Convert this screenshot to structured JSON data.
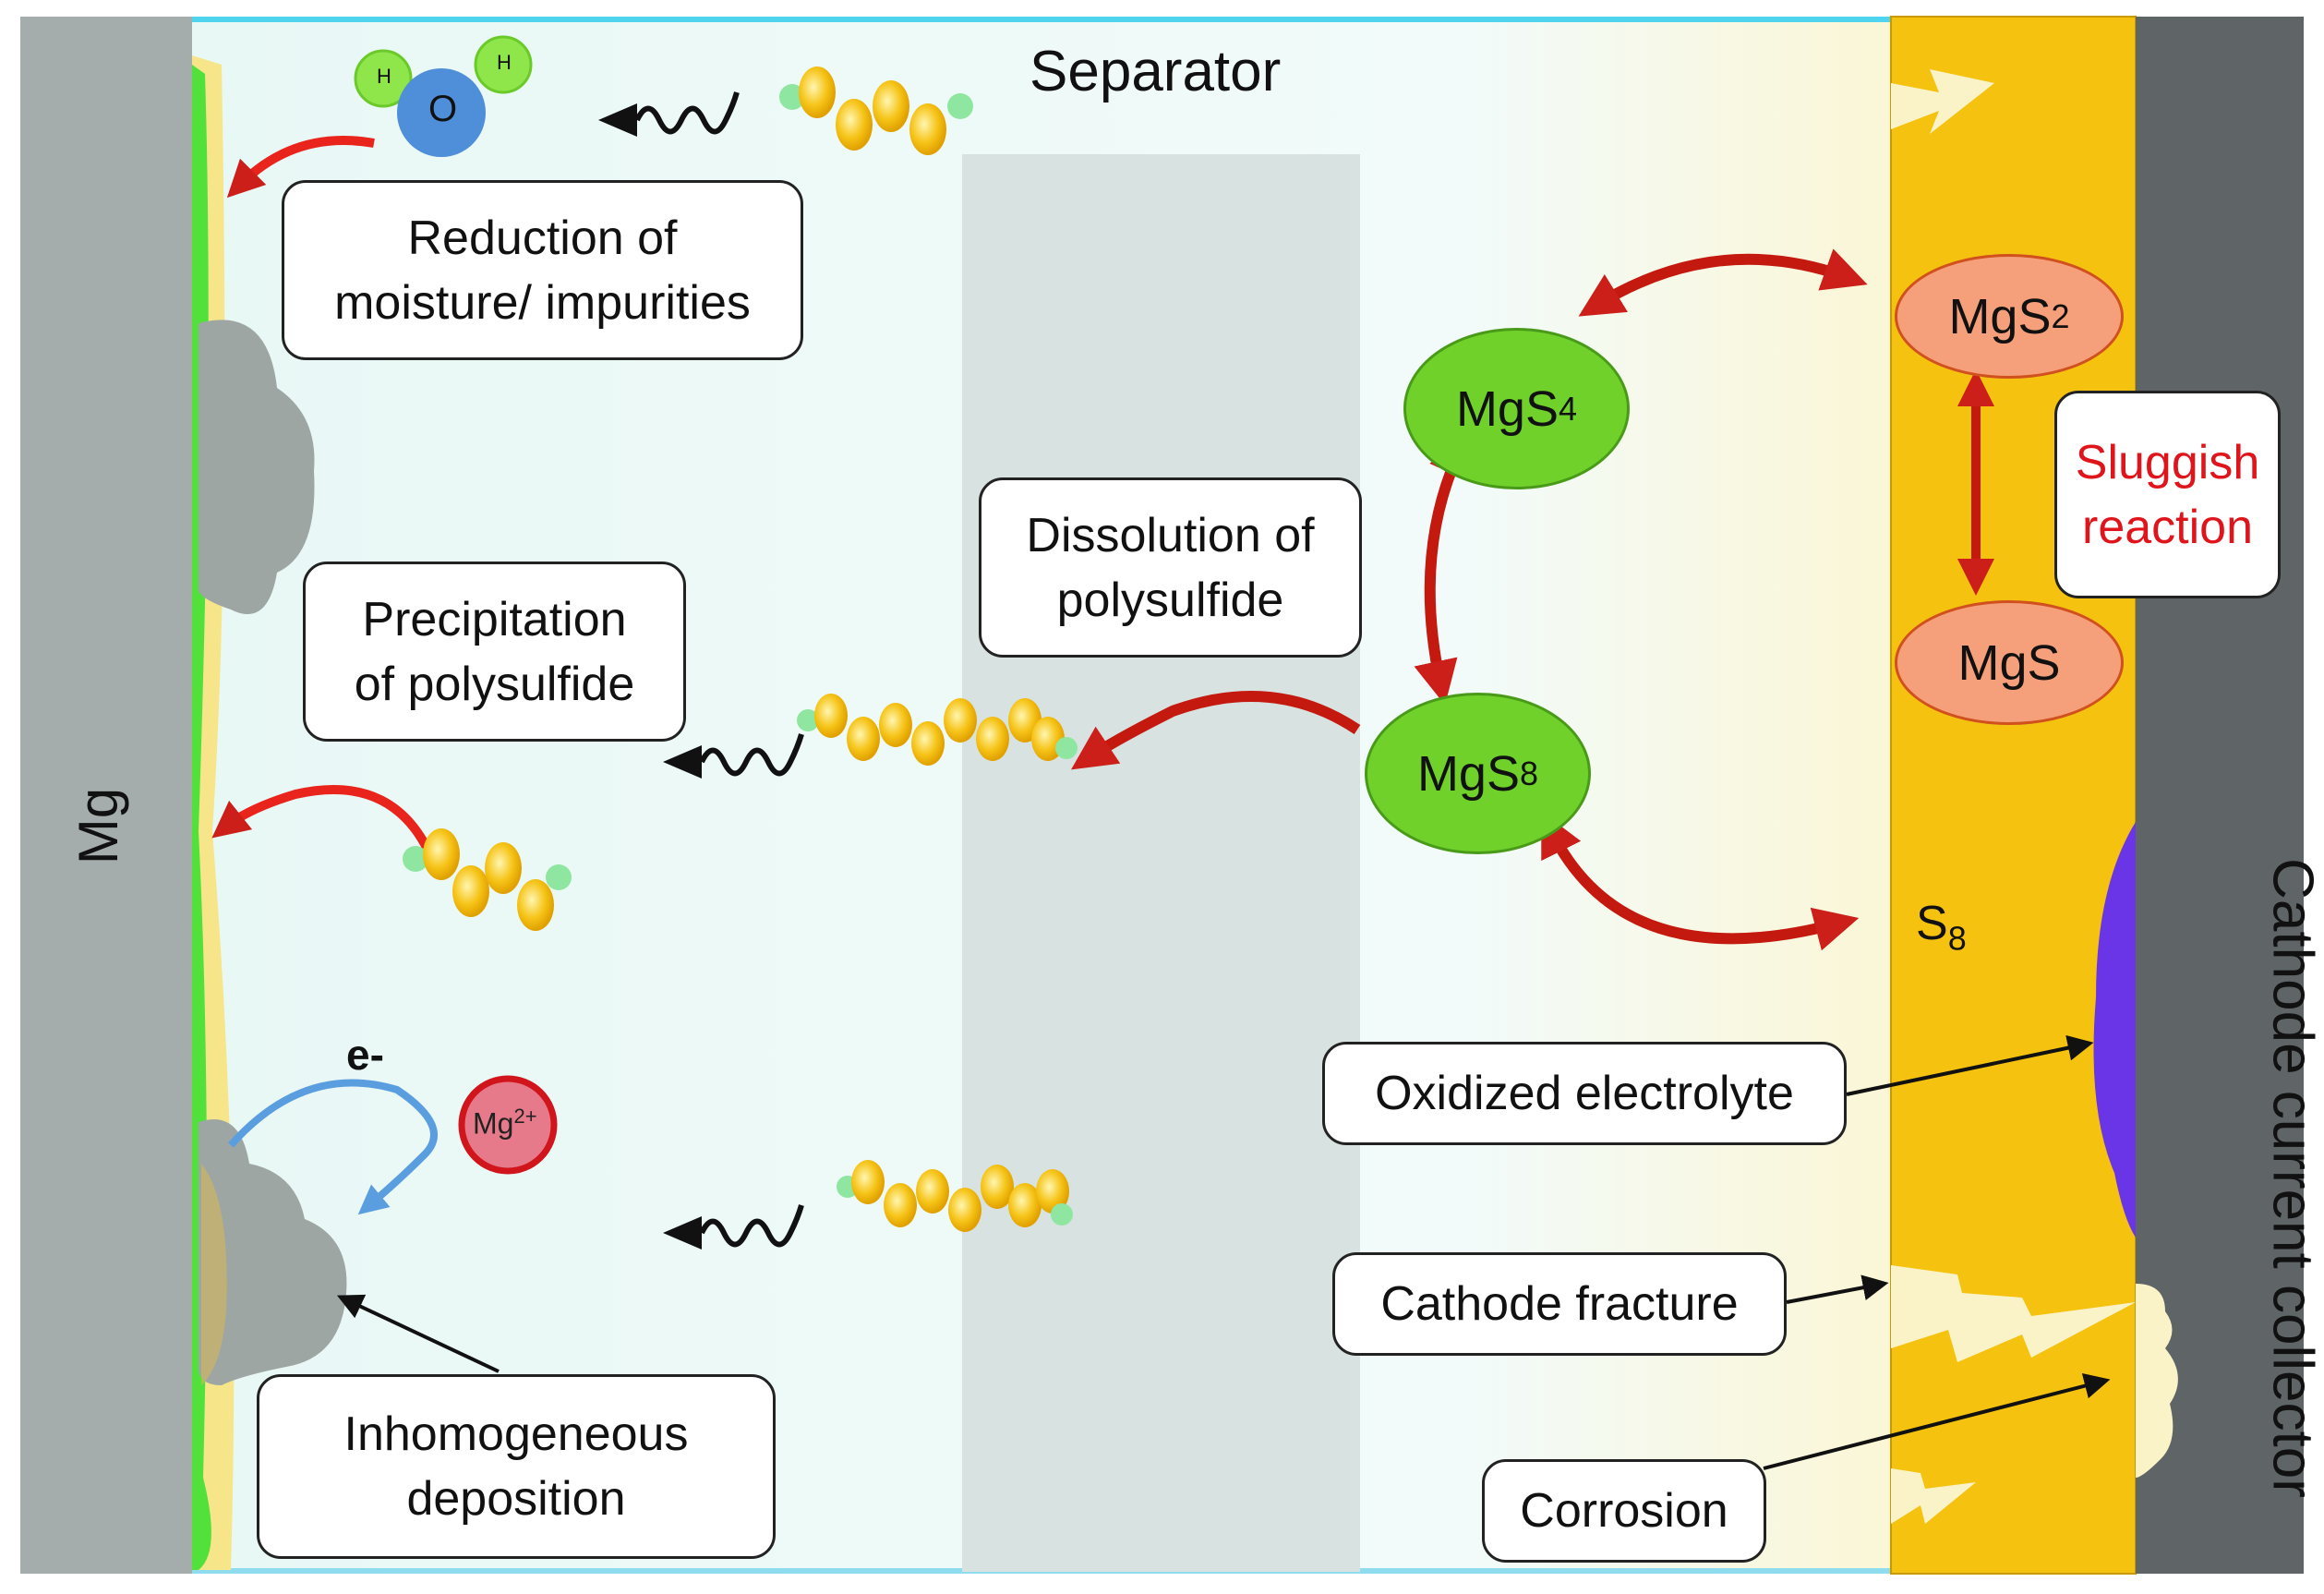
{
  "title": "Mg–S battery failure mechanisms schematic",
  "regions": {
    "anode_label": "Mg",
    "separator_label": "Separator",
    "collector_label": "Cathode current collector"
  },
  "colors": {
    "anode": "#a4adab",
    "electrolyte": "#eaf8f6",
    "separator": "#d8e2e0",
    "cathode": "#f4c20f",
    "collector": "#5f6566",
    "arrow_red": "#cc1f1a",
    "arrow_blue": "#5a9ee0",
    "species_green": "#6fd12a",
    "species_salmon": "#f5a07a",
    "oxidized_layer": "#6a35e6",
    "border_cyan": "#4fd4f0",
    "sluggish_text": "#e0141b"
  },
  "callouts": {
    "reduction": "Reduction of\nmoisture/ impurities",
    "precipitation": "Precipitation\nof polysulfide",
    "dissolution": "Dissolution of\npolysulfide",
    "inhomogeneous": "Inhomogeneous\ndeposition",
    "sluggish": "Sluggish\nreaction",
    "oxidized": "Oxidized electrolyte",
    "fracture": "Cathode fracture",
    "corrosion": "Corrosion"
  },
  "species": {
    "mgs4": {
      "base": "MgS",
      "sub": "4"
    },
    "mgs8": {
      "base": "MgS",
      "sub": "8"
    },
    "mgs2": {
      "base": "MgS",
      "sub": "2"
    },
    "mgs": {
      "base": "MgS",
      "sub": ""
    },
    "s8": {
      "base": "S",
      "sub": "8"
    },
    "mg_ion": {
      "base": "Mg",
      "sup": "2+"
    },
    "water": {
      "o": "O",
      "h1": "H",
      "h2": "H"
    },
    "electron": "e-"
  }
}
